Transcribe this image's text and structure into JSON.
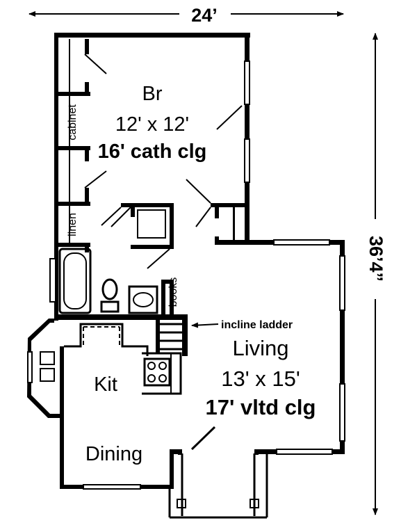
{
  "dimensions": {
    "width": "24’",
    "depth": "36’4”"
  },
  "rooms": {
    "bedroom": {
      "name": "Br",
      "size": "12' x 12'",
      "ceiling": "16' cath clg"
    },
    "living": {
      "name": "Living",
      "size": "13' x 15'",
      "ceiling": "17' vltd clg"
    },
    "kitchen": {
      "name": "Kit"
    },
    "dining": {
      "name": "Dining"
    }
  },
  "closets": {
    "cabinet": "cabinet",
    "linen": "linen",
    "books": "books"
  },
  "annotations": {
    "incline_ladder": "incline ladder"
  }
}
